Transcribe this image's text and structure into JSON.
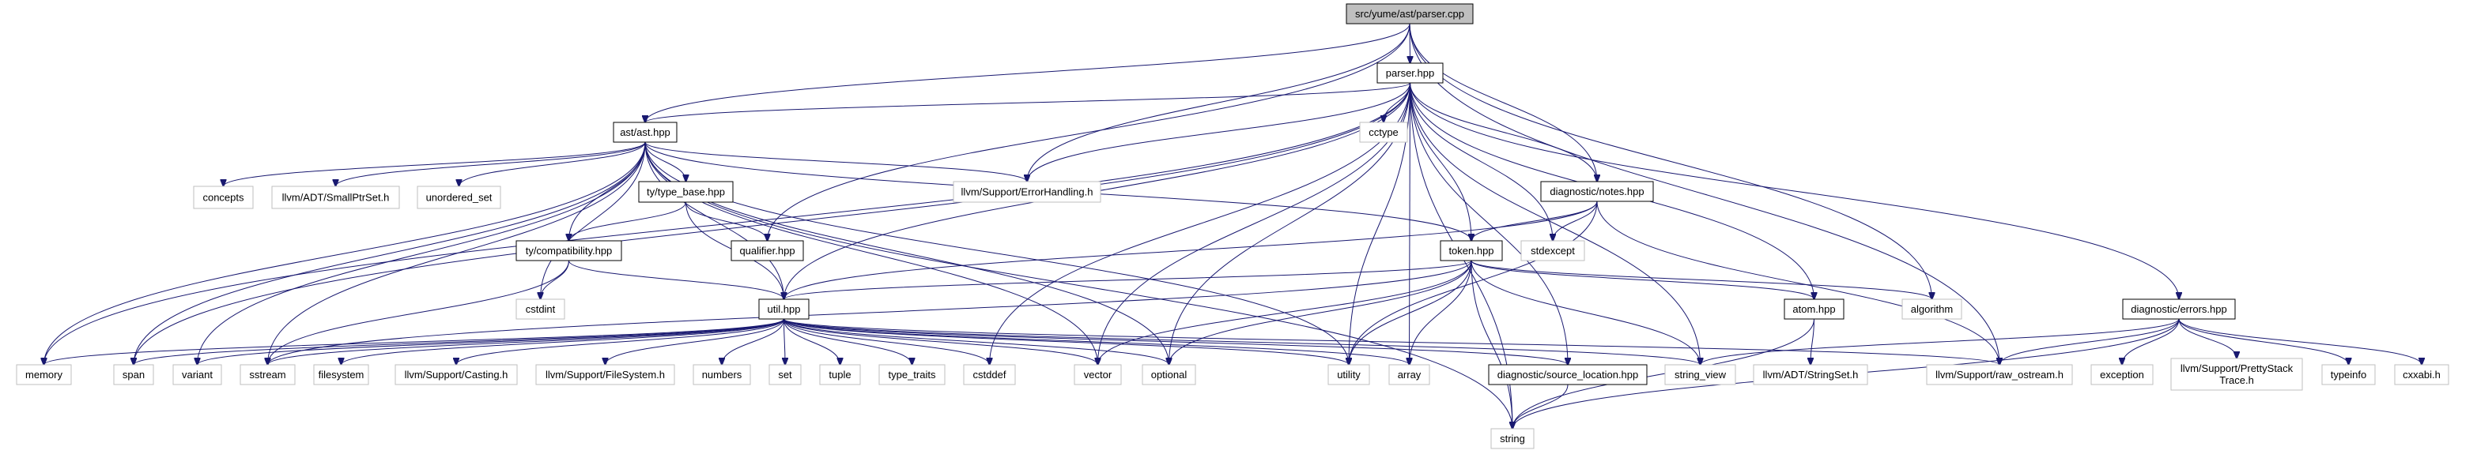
{
  "title": "src/yume/ast/parser.cpp include dependency graph",
  "colors": {
    "edge": "#191970",
    "root_fill": "#bfbfbf",
    "root_border": "#000000",
    "documented_border": "#000000",
    "external_border": "#bfbfbf",
    "node_fill": "#ffffff"
  },
  "nodes": [
    {
      "id": "parser_cpp",
      "label": "src/yume/ast/parser.cpp",
      "kind": "root"
    },
    {
      "id": "parser_hpp",
      "label": "parser.hpp",
      "kind": "documented"
    },
    {
      "id": "ast_hpp",
      "label": "ast/ast.hpp",
      "kind": "documented"
    },
    {
      "id": "cctype",
      "label": "cctype",
      "kind": "external"
    },
    {
      "id": "concepts",
      "label": "concepts",
      "kind": "external"
    },
    {
      "id": "smallptrset",
      "label": "llvm/ADT/SmallPtrSet.h",
      "kind": "external"
    },
    {
      "id": "unordered_set",
      "label": "unordered_set",
      "kind": "external"
    },
    {
      "id": "type_base",
      "label": "ty/type_base.hpp",
      "kind": "documented"
    },
    {
      "id": "errorhandling",
      "label": "llvm/Support/ErrorHandling.h",
      "kind": "external"
    },
    {
      "id": "notes_hpp",
      "label": "diagnostic/notes.hpp",
      "kind": "documented"
    },
    {
      "id": "compatibility",
      "label": "ty/compatibility.hpp",
      "kind": "documented"
    },
    {
      "id": "qualifier",
      "label": "qualifier.hpp",
      "kind": "documented"
    },
    {
      "id": "token_hpp",
      "label": "token.hpp",
      "kind": "documented"
    },
    {
      "id": "stdexcept",
      "label": "stdexcept",
      "kind": "external"
    },
    {
      "id": "cstdint",
      "label": "cstdint",
      "kind": "external"
    },
    {
      "id": "util_hpp",
      "label": "util.hpp",
      "kind": "documented"
    },
    {
      "id": "atom_hpp",
      "label": "atom.hpp",
      "kind": "documented"
    },
    {
      "id": "algorithm",
      "label": "algorithm",
      "kind": "external"
    },
    {
      "id": "errors_hpp",
      "label": "diagnostic/errors.hpp",
      "kind": "documented"
    },
    {
      "id": "memory",
      "label": "memory",
      "kind": "external"
    },
    {
      "id": "span",
      "label": "span",
      "kind": "external"
    },
    {
      "id": "variant",
      "label": "variant",
      "kind": "external"
    },
    {
      "id": "sstream",
      "label": "sstream",
      "kind": "external"
    },
    {
      "id": "filesystem",
      "label": "filesystem",
      "kind": "external"
    },
    {
      "id": "casting",
      "label": "llvm/Support/Casting.h",
      "kind": "external"
    },
    {
      "id": "filesystem_h",
      "label": "llvm/Support/FileSystem.h",
      "kind": "external"
    },
    {
      "id": "numbers",
      "label": "numbers",
      "kind": "external"
    },
    {
      "id": "set",
      "label": "set",
      "kind": "external"
    },
    {
      "id": "tuple",
      "label": "tuple",
      "kind": "external"
    },
    {
      "id": "type_traits",
      "label": "type_traits",
      "kind": "external"
    },
    {
      "id": "cstddef",
      "label": "cstddef",
      "kind": "external"
    },
    {
      "id": "vector",
      "label": "vector",
      "kind": "external"
    },
    {
      "id": "optional",
      "label": "optional",
      "kind": "external"
    },
    {
      "id": "utility",
      "label": "utility",
      "kind": "external"
    },
    {
      "id": "array",
      "label": "array",
      "kind": "external"
    },
    {
      "id": "source_location",
      "label": "diagnostic/source_location.hpp",
      "kind": "documented"
    },
    {
      "id": "string_view",
      "label": "string_view",
      "kind": "external"
    },
    {
      "id": "stringset",
      "label": "llvm/ADT/StringSet.h",
      "kind": "external"
    },
    {
      "id": "raw_ostream",
      "label": "llvm/Support/raw_ostream.h",
      "kind": "external"
    },
    {
      "id": "exception",
      "label": "exception",
      "kind": "external"
    },
    {
      "id": "prettystack",
      "label": "llvm/Support/PrettyStack\nTrace.h",
      "kind": "external"
    },
    {
      "id": "typeinfo",
      "label": "typeinfo",
      "kind": "external"
    },
    {
      "id": "cxxabi",
      "label": "cxxabi.h",
      "kind": "external"
    },
    {
      "id": "string",
      "label": "string",
      "kind": "external"
    }
  ],
  "edges": [
    [
      "parser_cpp",
      "parser_hpp"
    ],
    [
      "parser_cpp",
      "ast_hpp"
    ],
    [
      "parser_cpp",
      "notes_hpp"
    ],
    [
      "parser_cpp",
      "qualifier"
    ],
    [
      "parser_cpp",
      "errorhandling"
    ],
    [
      "parser_cpp",
      "algorithm"
    ],
    [
      "parser_cpp",
      "raw_ostream"
    ],
    [
      "parser_hpp",
      "ast_hpp"
    ],
    [
      "parser_hpp",
      "cctype"
    ],
    [
      "parser_hpp",
      "notes_hpp"
    ],
    [
      "parser_hpp",
      "token_hpp"
    ],
    [
      "parser_hpp",
      "util_hpp"
    ],
    [
      "parser_hpp",
      "atom_hpp"
    ],
    [
      "parser_hpp",
      "errors_hpp"
    ],
    [
      "parser_hpp",
      "memory"
    ],
    [
      "parser_hpp",
      "span"
    ],
    [
      "parser_hpp",
      "vector"
    ],
    [
      "parser_hpp",
      "optional"
    ],
    [
      "parser_hpp",
      "utility"
    ],
    [
      "parser_hpp",
      "string"
    ],
    [
      "parser_hpp",
      "string_view"
    ],
    [
      "parser_hpp",
      "stdexcept"
    ],
    [
      "parser_hpp",
      "cstddef"
    ],
    [
      "parser_hpp",
      "array"
    ],
    [
      "parser_hpp",
      "source_location"
    ],
    [
      "parser_hpp",
      "errorhandling"
    ],
    [
      "ast_hpp",
      "concepts"
    ],
    [
      "ast_hpp",
      "smallptrset"
    ],
    [
      "ast_hpp",
      "unordered_set"
    ],
    [
      "ast_hpp",
      "type_base"
    ],
    [
      "ast_hpp",
      "compatibility"
    ],
    [
      "ast_hpp",
      "util_hpp"
    ],
    [
      "ast_hpp",
      "errorhandling"
    ],
    [
      "ast_hpp",
      "token_hpp"
    ],
    [
      "ast_hpp",
      "cstdint"
    ],
    [
      "ast_hpp",
      "memory"
    ],
    [
      "ast_hpp",
      "span"
    ],
    [
      "ast_hpp",
      "variant"
    ],
    [
      "ast_hpp",
      "sstream"
    ],
    [
      "ast_hpp",
      "vector"
    ],
    [
      "ast_hpp",
      "optional"
    ],
    [
      "ast_hpp",
      "utility"
    ],
    [
      "ast_hpp",
      "string"
    ],
    [
      "type_base",
      "compatibility"
    ],
    [
      "type_base",
      "qualifier"
    ],
    [
      "type_base",
      "util_hpp"
    ],
    [
      "compatibility",
      "cstdint"
    ],
    [
      "compatibility",
      "util_hpp"
    ],
    [
      "compatibility",
      "sstream"
    ],
    [
      "notes_hpp",
      "token_hpp"
    ],
    [
      "notes_hpp",
      "stdexcept"
    ],
    [
      "notes_hpp",
      "util_hpp"
    ],
    [
      "notes_hpp",
      "utility"
    ],
    [
      "notes_hpp",
      "raw_ostream"
    ],
    [
      "token_hpp",
      "util_hpp"
    ],
    [
      "token_hpp",
      "atom_hpp"
    ],
    [
      "token_hpp",
      "algorithm"
    ],
    [
      "token_hpp",
      "vector"
    ],
    [
      "token_hpp",
      "optional"
    ],
    [
      "token_hpp",
      "utility"
    ],
    [
      "token_hpp",
      "string"
    ],
    [
      "token_hpp",
      "string_view"
    ],
    [
      "token_hpp",
      "array"
    ],
    [
      "token_hpp",
      "sstream"
    ],
    [
      "util_hpp",
      "memory"
    ],
    [
      "util_hpp",
      "span"
    ],
    [
      "util_hpp",
      "variant"
    ],
    [
      "util_hpp",
      "sstream"
    ],
    [
      "util_hpp",
      "filesystem"
    ],
    [
      "util_hpp",
      "casting"
    ],
    [
      "util_hpp",
      "filesystem_h"
    ],
    [
      "util_hpp",
      "numbers"
    ],
    [
      "util_hpp",
      "set"
    ],
    [
      "util_hpp",
      "tuple"
    ],
    [
      "util_hpp",
      "type_traits"
    ],
    [
      "util_hpp",
      "cstddef"
    ],
    [
      "util_hpp",
      "vector"
    ],
    [
      "util_hpp",
      "optional"
    ],
    [
      "util_hpp",
      "utility"
    ],
    [
      "util_hpp",
      "array"
    ],
    [
      "util_hpp",
      "source_location"
    ],
    [
      "util_hpp",
      "string_view"
    ],
    [
      "util_hpp",
      "raw_ostream"
    ],
    [
      "atom_hpp",
      "stringset"
    ],
    [
      "atom_hpp",
      "string"
    ],
    [
      "source_location",
      "string"
    ],
    [
      "errors_hpp",
      "string_view"
    ],
    [
      "errors_hpp",
      "raw_ostream"
    ],
    [
      "errors_hpp",
      "exception"
    ],
    [
      "errors_hpp",
      "prettystack"
    ],
    [
      "errors_hpp",
      "typeinfo"
    ],
    [
      "errors_hpp",
      "cxxabi"
    ],
    [
      "errors_hpp",
      "string"
    ]
  ]
}
